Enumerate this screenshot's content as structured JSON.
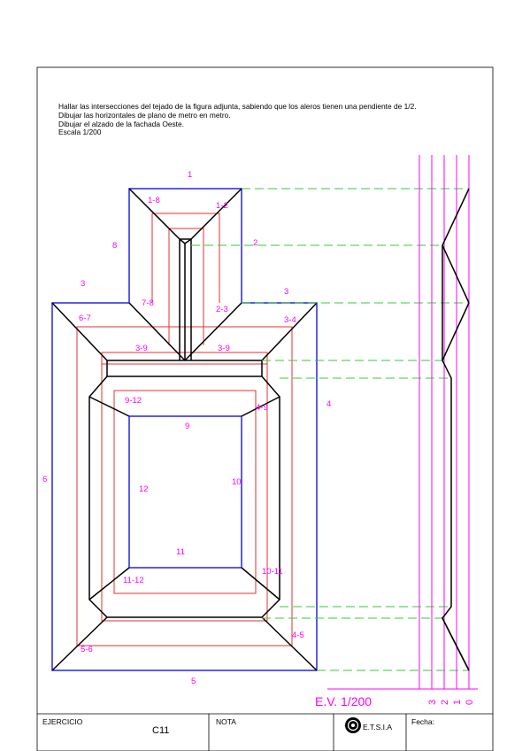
{
  "statement": [
    "Hallar las intersecciones del tejado de la figura adjunta, sabiendo que los aleros tienen una pendiente de 1/2.",
    "Dibujar las horizontales de plano de metro en metro.",
    "Dibujar el alzado de la fachada Oeste.",
    "Escala 1/200"
  ],
  "labels": {
    "l1": "1",
    "l1_8": "1-8",
    "l1_2": "1-2",
    "l2": "2",
    "l8": "8",
    "l3a": "3",
    "l3b": "3",
    "l7_8": "7-8",
    "l2_3": "2-3",
    "l6_7": "6-7",
    "l3_4": "3-4",
    "l3_9a": "3-9",
    "l3_9b": "3-9",
    "l9_12": "9-12",
    "l4_9": "4-9",
    "l4": "4",
    "l9": "9",
    "l6": "6",
    "l12": "12",
    "l10": "10",
    "l11": "11",
    "l11_12": "11-12",
    "l10_11": "10-11",
    "l4_5": "4-5",
    "l5_6": "5-6",
    "l5": "5"
  },
  "scale_label": "E.V. 1/200",
  "level_labels": [
    "3",
    "2",
    "1",
    "0"
  ],
  "title_block": {
    "ejercicio_label": "EJERCICIO",
    "exercise_code": "C11",
    "nota_label": "NOTA",
    "school": "E.T.S.I.A",
    "fecha_label": "Fecha:"
  },
  "colors": {
    "outline": "#2323e6",
    "ridges": "#000000",
    "contours": "#e63232",
    "labels": "#ff00ff",
    "projection": "#33cc33"
  }
}
